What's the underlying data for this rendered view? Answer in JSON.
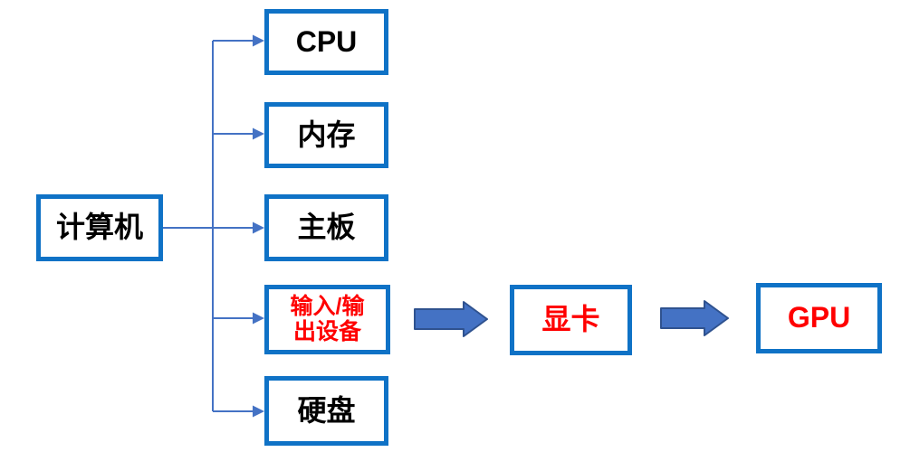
{
  "diagram": {
    "title_implicit": "",
    "root": {
      "id": "computer",
      "label": "计算机"
    },
    "children": [
      {
        "id": "cpu",
        "label": "CPU",
        "text_color": "black"
      },
      {
        "id": "memory",
        "label": "内存",
        "text_color": "black"
      },
      {
        "id": "motherboard",
        "label": "主板",
        "text_color": "black"
      },
      {
        "id": "io",
        "label": "输入/输\n出设备",
        "text_color": "red"
      },
      {
        "id": "hdd",
        "label": "硬盘",
        "text_color": "black"
      }
    ],
    "flow": {
      "from": "io",
      "steps": [
        {
          "id": "graphics-card",
          "label": "显卡",
          "text_color": "red"
        },
        {
          "id": "gpu",
          "label": "GPU",
          "text_color": "red"
        }
      ]
    }
  },
  "colors": {
    "box_border": "#0f72c6",
    "connector": "#4472c4",
    "block_arrow_fill": "#4472c4",
    "block_arrow_stroke": "#2f528f",
    "text_default": "#000000",
    "text_highlight": "#ff0000"
  }
}
